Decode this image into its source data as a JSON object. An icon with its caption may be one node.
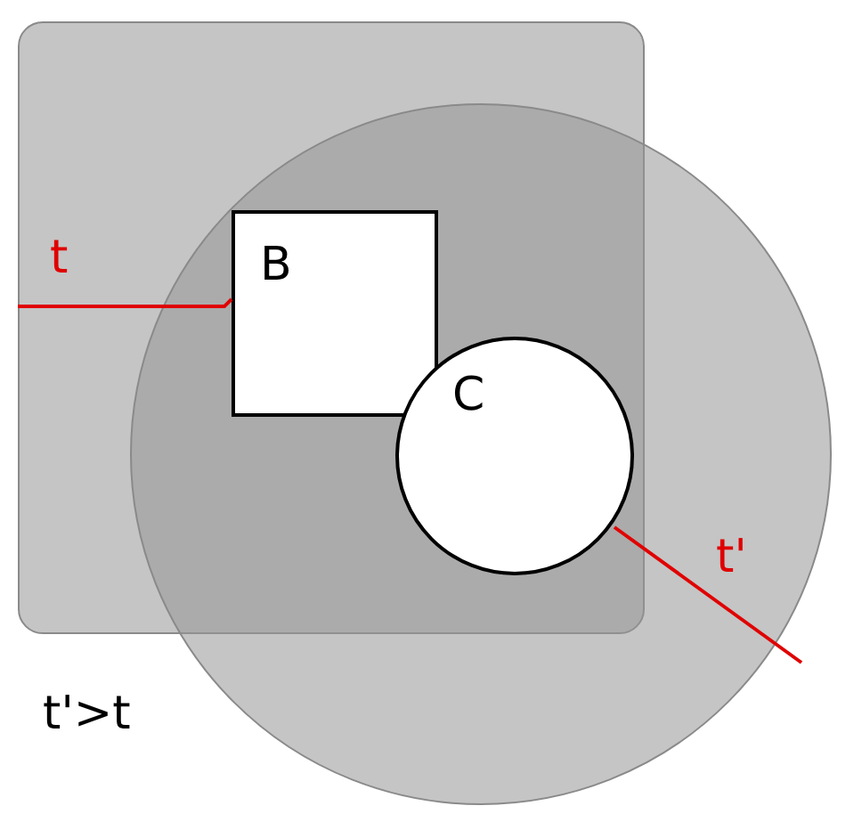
{
  "diagram": {
    "nodes": [
      {
        "text": [],
        "shape": "box"
      },
      {
        "text": [],
        "shape": "circle"
      },
      {
        "text": [
          "B"
        ]
      },
      {
        "text": [
          "C"
        ]
      }
    ],
    "labels": [
      "t",
      "t'",
      "t'>t"
    ]
  }
}
